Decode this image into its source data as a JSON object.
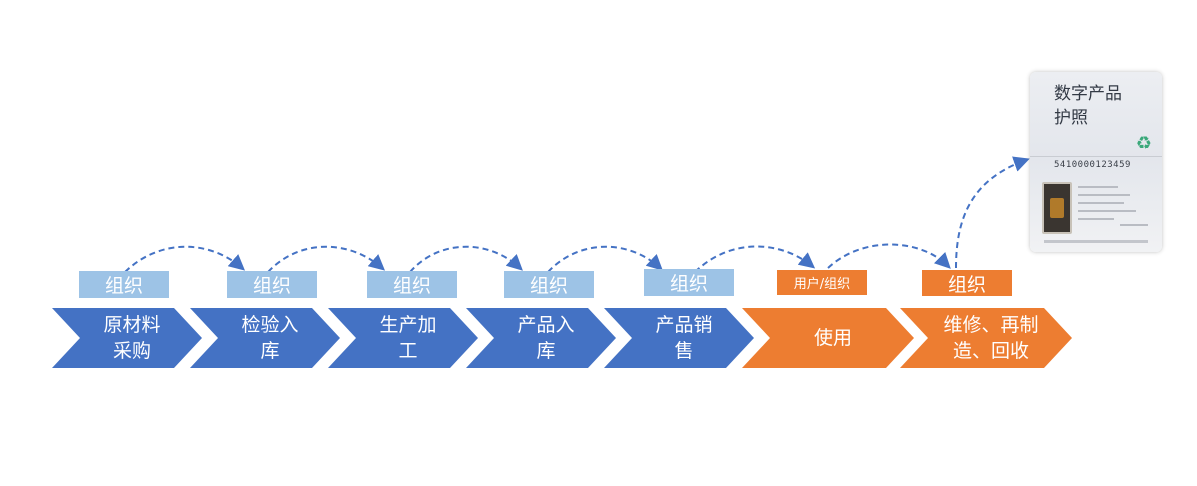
{
  "stages": [
    {
      "label": "原材料\n采购",
      "color": "#4472c4"
    },
    {
      "label": "检验入\n库",
      "color": "#4472c4"
    },
    {
      "label": "生产加\n工",
      "color": "#4472c4"
    },
    {
      "label": "产品入\n库",
      "color": "#4472c4"
    },
    {
      "label": "产品销\n售",
      "color": "#4472c4"
    },
    {
      "label": "使用",
      "color": "#ed7d31"
    },
    {
      "label": "维修、再制\n造、回收",
      "color": "#ed7d31"
    }
  ],
  "tags": [
    {
      "label": "组织",
      "style": "blue"
    },
    {
      "label": "组织",
      "style": "blue"
    },
    {
      "label": "组织",
      "style": "blue"
    },
    {
      "label": "组织",
      "style": "blue"
    },
    {
      "label": "组织",
      "style": "blue"
    },
    {
      "label": "用户/组织",
      "style": "orange"
    },
    {
      "label": "组织",
      "style": "orange"
    }
  ],
  "passport": {
    "title": "数字产品\n护照",
    "number": "5410000123459",
    "icon": "recycle-icon"
  },
  "colors": {
    "blue": "#4472c4",
    "light_blue": "#9dc3e6",
    "orange": "#ed7d31",
    "arrow": "#4472c4"
  }
}
